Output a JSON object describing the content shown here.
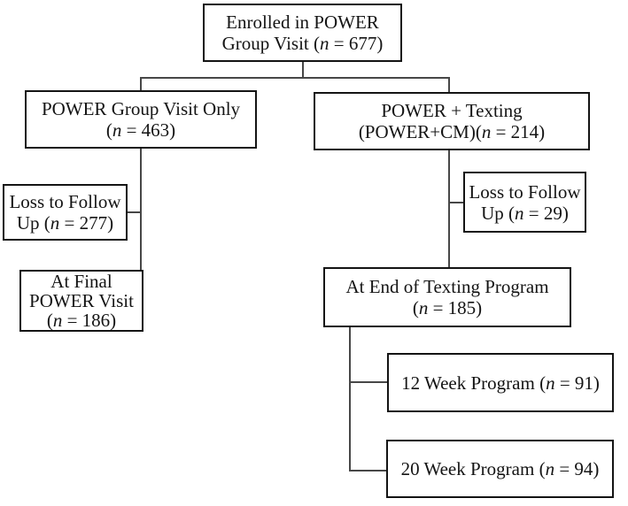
{
  "figure": {
    "background": "#ffffff",
    "box_border_color": "#141414",
    "connector_color": "#474747",
    "text_color": "#141414"
  },
  "nodes": {
    "enrolled": {
      "l1": "Enrolled in POWER",
      "l2a": "Group Visit (",
      "l2n": "n",
      "l2b": " = 677)",
      "n": 677
    },
    "power_only": {
      "l1": "POWER Group Visit Only",
      "l2a": "(",
      "l2n": "n",
      "l2b": " = 463)",
      "n": 463
    },
    "power_texting": {
      "l1": "POWER + Texting",
      "l2a": "(POWER+CM)(",
      "l2n": "n",
      "l2b": " = 214)",
      "n": 214
    },
    "loss_left": {
      "l1": "Loss to Follow",
      "l2a": "Up (",
      "l2n": "n",
      "l2b": " = 277)",
      "n": 277
    },
    "at_final": {
      "l1": "At Final",
      "l2": "POWER Visit",
      "l3a": "(",
      "l3n": "n",
      "l3b": " = 186)",
      "n": 186
    },
    "loss_right": {
      "l1": "Loss to Follow",
      "l2a": "Up (",
      "l2n": "n",
      "l2b": " = 29)",
      "n": 29
    },
    "at_end": {
      "l1": "At End of Texting Program",
      "l2a": "(",
      "l2n": "n",
      "l2b": " = 185)",
      "n": 185
    },
    "week12": {
      "l1a": "12 Week Program (",
      "l1n": "n",
      "l1b": " = 91)",
      "n": 91
    },
    "week20": {
      "l1a": "20 Week Program (",
      "l1n": "n",
      "l1b": " = 94)",
      "n": 94
    }
  }
}
